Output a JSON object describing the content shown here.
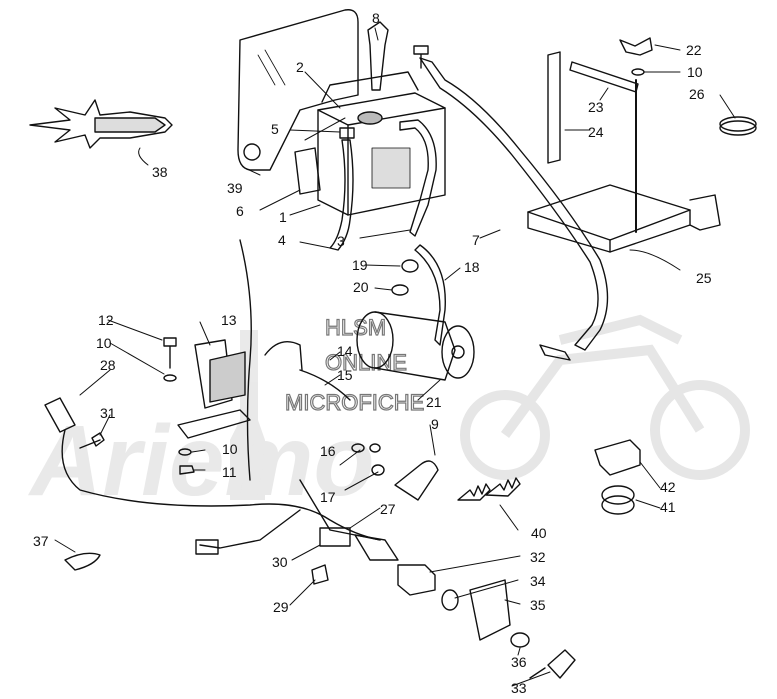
{
  "watermark": {
    "line1": "HLSM",
    "line2": "ONLINE",
    "line3": "MICROFICHE",
    "brand": "Ariemo"
  },
  "callouts": [
    "1",
    "2",
    "3",
    "4",
    "5",
    "6",
    "7",
    "8",
    "9",
    "10",
    "10",
    "10",
    "11",
    "12",
    "13",
    "14",
    "15",
    "16",
    "17",
    "18",
    "19",
    "20",
    "21",
    "22",
    "23",
    "24",
    "25",
    "26",
    "27",
    "28",
    "29",
    "30",
    "31",
    "32",
    "33",
    "34",
    "35",
    "36",
    "37",
    "38",
    "39",
    "40",
    "41",
    "42"
  ]
}
